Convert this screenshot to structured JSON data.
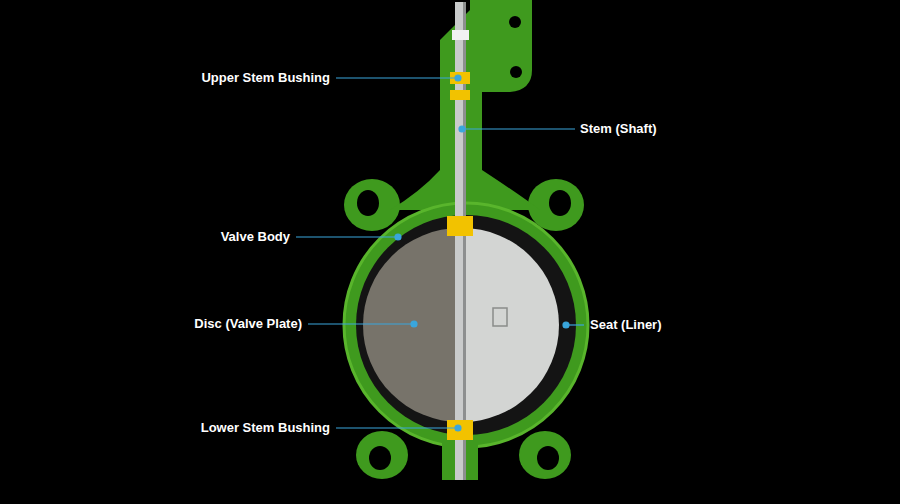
{
  "diagram": {
    "labels": [
      "Upper Stem Bushing",
      "Stem (Shaft)",
      "Valve Body",
      "Disc (Valve Plate)",
      "Seat (Liner)",
      "Lower Stem Bushing"
    ]
  }
}
